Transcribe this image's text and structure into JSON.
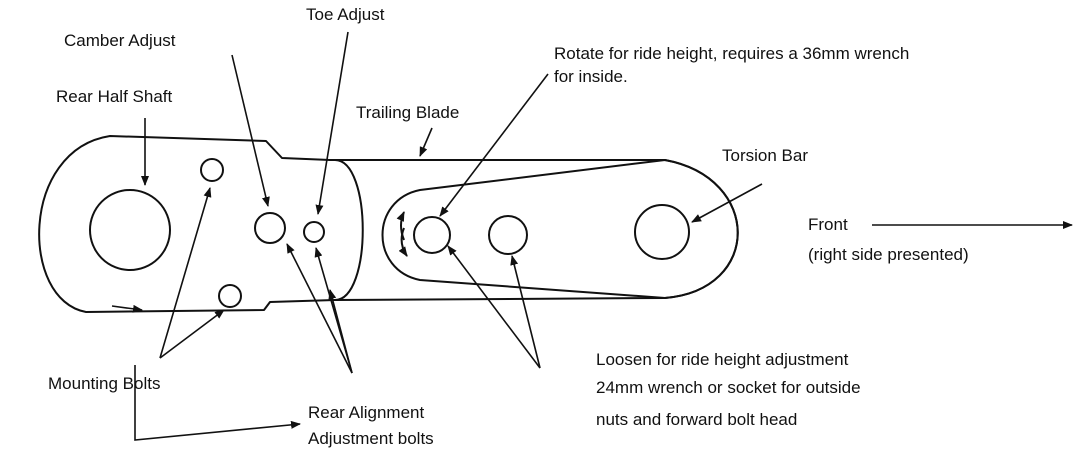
{
  "labels": {
    "camber_adjust": "Camber Adjust",
    "toe_adjust": "Toe Adjust",
    "rear_half_shaft": "Rear Half Shaft",
    "trailing_blade": "Trailing Blade",
    "rotate_line1": "Rotate for ride height, requires a 36mm wrench",
    "rotate_line2": "for inside.",
    "torsion_bar": "Torsion Bar",
    "front": "Front",
    "right_side": "(right side presented)",
    "loosen_line1": "Loosen for ride height adjustment",
    "loosen_line2": "24mm wrench or socket for outside",
    "loosen_line3": "nuts and forward bolt head",
    "mounting_bolts": "Mounting Bolts",
    "rear_alignment_line1": "Rear Alignment",
    "rear_alignment_line2": "Adjustment bolts"
  },
  "colors": {
    "ink": "#111111",
    "background": "#ffffff"
  }
}
